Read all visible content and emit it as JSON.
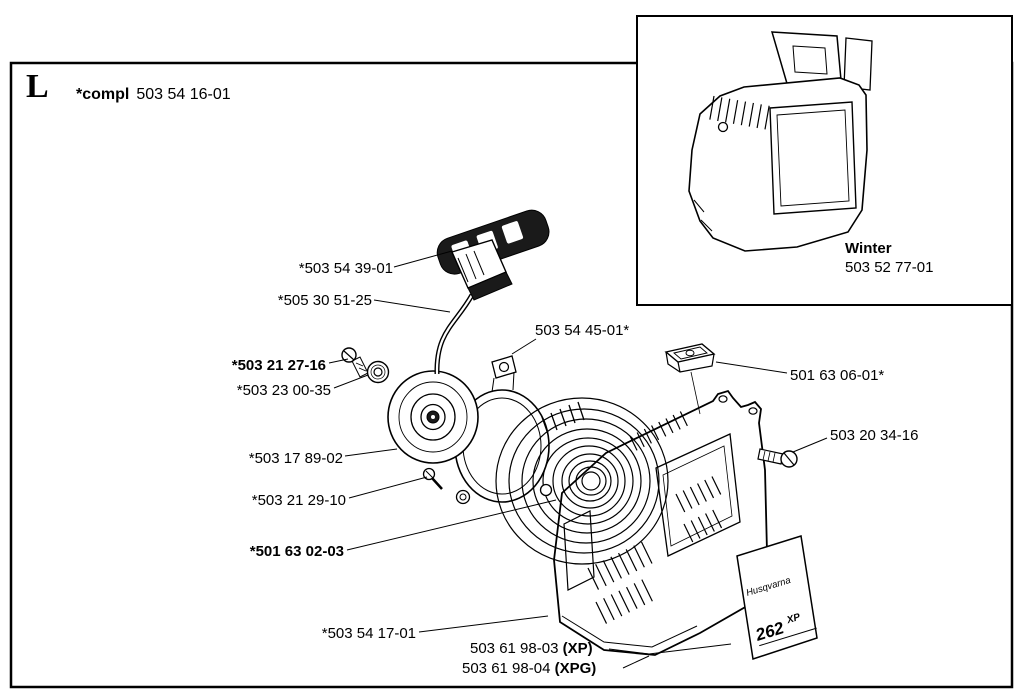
{
  "page": {
    "section_letter": "L",
    "compl_prefix": "*compl",
    "compl_number": "503 54 16-01"
  },
  "inset": {
    "title": "Winter",
    "part_number": "503 52 77-01"
  },
  "part_labels": [
    {
      "text": "*503 54 39-01"
    },
    {
      "text": "*505 30 51-25"
    },
    {
      "text": "503 54 45-01*"
    },
    {
      "text": "*503 21 27-16"
    },
    {
      "text": "*503 23 00-35"
    },
    {
      "text": "501 63 06-01*"
    },
    {
      "text": "503 20 34-16"
    },
    {
      "text": "*503 17 89-02"
    },
    {
      "text": "*503 21 29-10"
    },
    {
      "text": "*501 63 02-03"
    },
    {
      "text": "*503 54 17-01"
    },
    {
      "text": "503 61 98-03 ",
      "suffix": "(XP)"
    },
    {
      "text": "503 61 98-04 ",
      "suffix": "(XPG)"
    }
  ],
  "decal": {
    "brand": "Husqvarna",
    "model": "262",
    "model_suffix": "XP"
  }
}
